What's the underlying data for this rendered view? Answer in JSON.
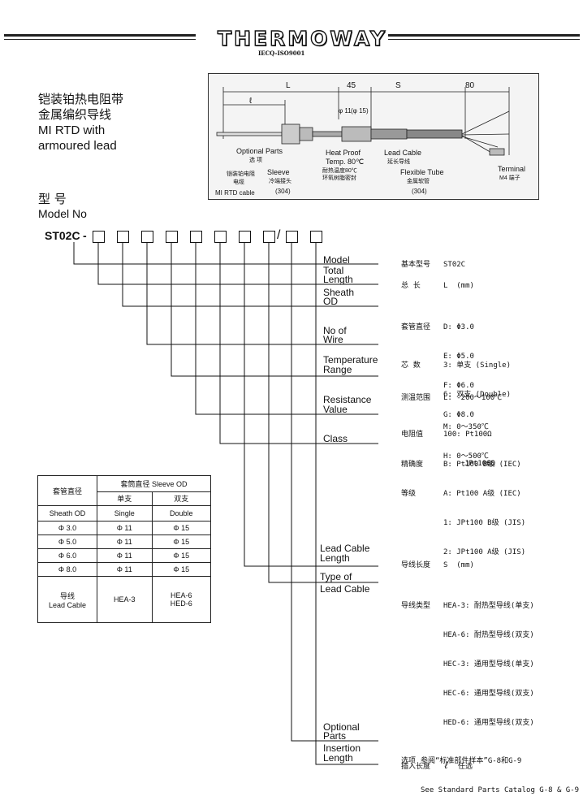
{
  "header": {
    "brand": "THERMOWAY",
    "cert": "IECQ-ISO9001"
  },
  "product": {
    "title_cn_1": "铠装铂热电阻带",
    "title_cn_2": "金属编织导线",
    "title_en_1": "MI RTD with",
    "title_en_2": "armoured lead"
  },
  "model_heading": {
    "cn": "型 号",
    "en": "Model No"
  },
  "model_code": {
    "prefix": "ST02C",
    "dash": "-",
    "slash": "/"
  },
  "diagram": {
    "dim_L": "L",
    "dim_45": "45",
    "dim_S": "S",
    "dim_80": "80",
    "dim_l": "ℓ",
    "dim_11": "φ 11",
    "dim_15": "(φ 15)",
    "opt_parts_en": "Optional Parts",
    "opt_parts_cn": "选 项",
    "mi_cn_1": "铠装铂电阻",
    "mi_cn_2": "电缆",
    "mi_en": "MI RTD cable",
    "sleeve_en": "Sleeve",
    "sleeve_cn": "冷端接头",
    "sleeve_mat": "(304)",
    "heat_en_1": "Heat Proof",
    "heat_en_2": "Temp. 80℃",
    "heat_cn": "耐热温度80℃",
    "heat_cn_2": "环氧树脂密封",
    "lead_en": "Lead Cable",
    "lead_cn": "延长导线",
    "flex_en": "Flexible Tube",
    "flex_cn": "金属软管",
    "flex_mat": "(304)",
    "term_en": "Terminal",
    "term_cn": "M4 端子"
  },
  "labels": [
    {
      "l1": "Model",
      "l2": ""
    },
    {
      "l1": "Total",
      "l2": "Length"
    },
    {
      "l1": "Sheath",
      "l2": "OD"
    },
    {
      "l1": "No of",
      "l2": "Wire"
    },
    {
      "l1": "Temperature",
      "l2": "Range"
    },
    {
      "l1": "Resistance",
      "l2": "Value"
    },
    {
      "l1": "Class",
      "l2": ""
    },
    {
      "l1": "Lead Cable",
      "l2": "Length"
    },
    {
      "l1": "Type of",
      "l2": "Lead Cable"
    },
    {
      "l1": "Optional",
      "l2": "Parts"
    },
    {
      "l1": "Insertion",
      "l2": "Length"
    }
  ],
  "descriptions": {
    "model": {
      "k": "基本型号",
      "v": "ST02C"
    },
    "length": {
      "k": "总  长",
      "v": "L  (mm)"
    },
    "sheath": {
      "k": "套管直径",
      "v1": "D: Φ3.0",
      "v2": "E: Φ5.0",
      "v3": "F: Φ6.0",
      "v4": "G: Φ8.0"
    },
    "wire": {
      "k": "芯  数",
      "v1": "3: 单支 (Single)",
      "v2": "6: 双支 (Double)"
    },
    "range": {
      "k": "测温范围",
      "v1": "L: -200～100℃",
      "v2": "M: 0～350℃",
      "v3": "H: 0～500℃"
    },
    "resist": {
      "k": "电阻值",
      "v1": "100: Pt100Ω",
      "v2": "JPt100Ω"
    },
    "class": {
      "k1": "精确度",
      "k2": "等级",
      "v1": "B: Pt100 B级 (IEC)",
      "v2": "A: Pt100 A级 (IEC)",
      "v3": "1: JPt100 B级 (JIS)",
      "v4": "2: JPt100 A级 (JIS)"
    },
    "leadlen": {
      "k": "导线长度",
      "v": "S  (mm)"
    },
    "leadtype": {
      "k": "导线类型",
      "v1": "HEA-3: 耐热型导线(单支)",
      "v2": "HEA-6: 耐热型导线(双支)",
      "v3": "HEC-3: 通用型导线(单支)",
      "v4": "HEC-6: 通用型导线(双支)",
      "v5": "HED-6: 通用型导线(双支)"
    },
    "optional": {
      "k": "选项",
      "v1": "参阅“标准部件样本”G-8和G-9",
      "v2": "See Standard Parts Catalog G-8 & G-9"
    },
    "insertion": {
      "k": "插入长度",
      "sym": "ℓ",
      "v": "任选"
    }
  },
  "table": {
    "h_cn": "套管直径",
    "h_sleeve": "套筒直径  Sleeve OD",
    "h_single_cn": "单支",
    "h_double_cn": "双支",
    "h_sheath": "Sheath OD",
    "h_single": "Single",
    "h_double": "Double",
    "rows": [
      [
        "Φ 3.0",
        "Φ 11",
        "Φ 15"
      ],
      [
        "Φ 5.0",
        "Φ 11",
        "Φ 15"
      ],
      [
        "Φ 6.0",
        "Φ 11",
        "Φ 15"
      ],
      [
        "Φ 8.0",
        "Φ 11",
        "Φ 15"
      ]
    ],
    "lead_cn": "导线",
    "lead_en": "Lead Cable",
    "lead_single": "HEA-3",
    "lead_double_1": "HEA-6",
    "lead_double_2": "HED-6"
  }
}
